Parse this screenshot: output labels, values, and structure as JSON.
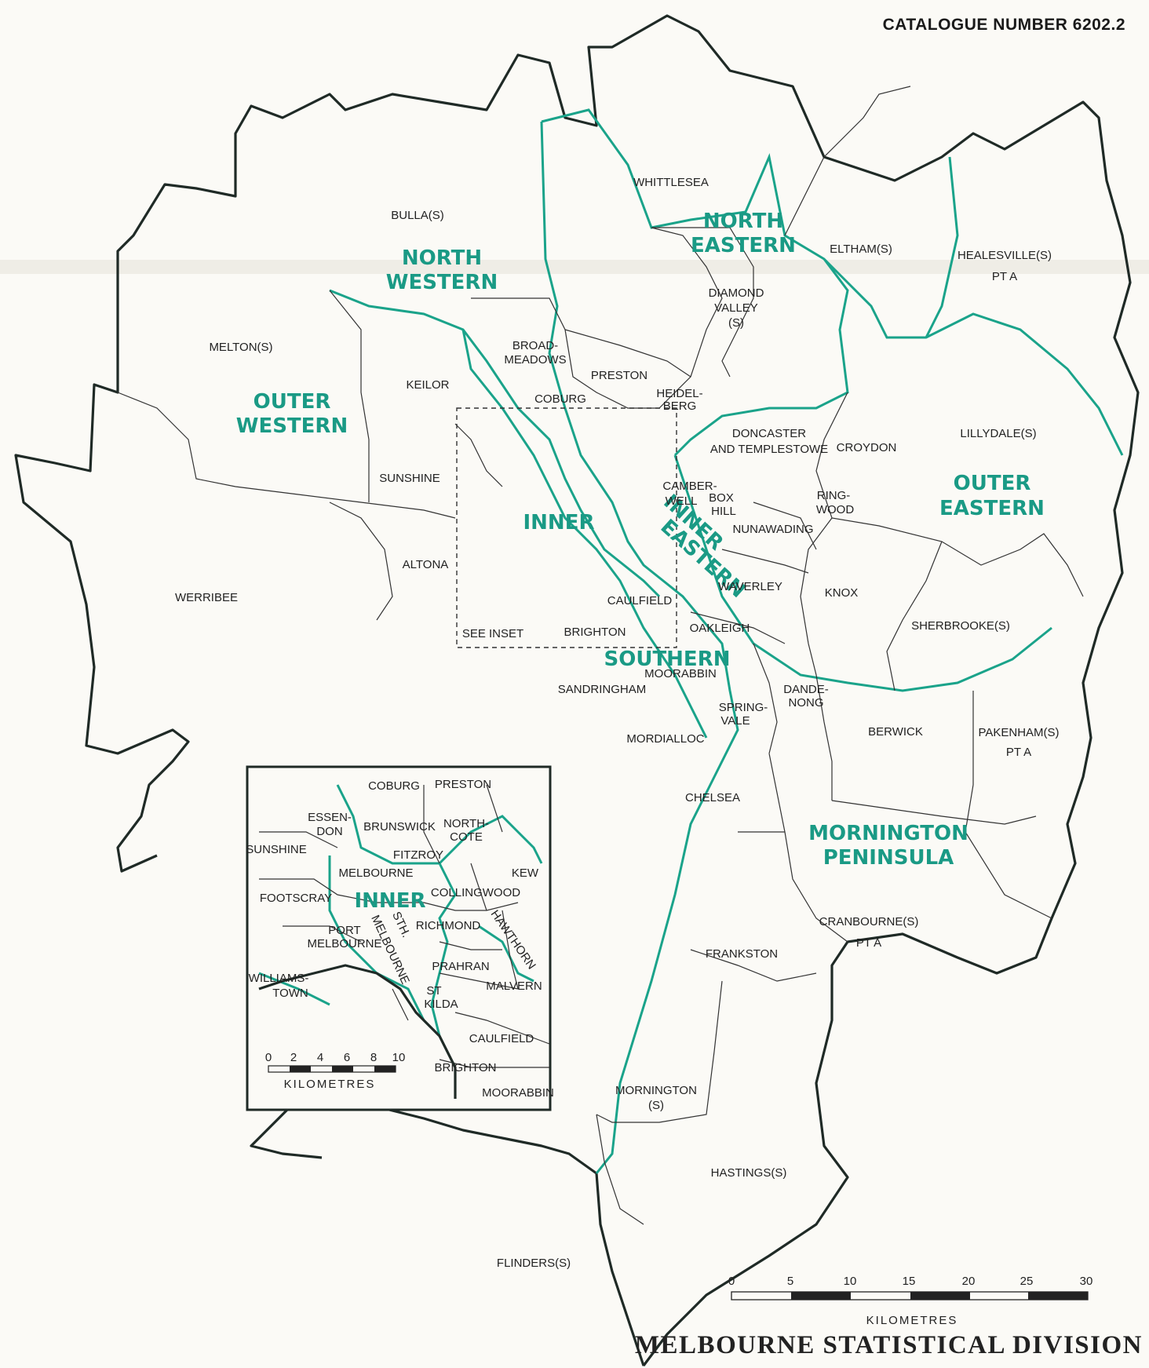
{
  "catalogue": "CATALOGUE NUMBER 6202.2",
  "title": "MELBOURNE STATISTICAL DIVISION",
  "regions": {
    "north_western": [
      "NORTH",
      "WESTERN"
    ],
    "north_eastern": [
      "NORTH",
      "EASTERN"
    ],
    "outer_western": [
      "OUTER",
      "WESTERN"
    ],
    "outer_eastern": [
      "OUTER",
      "EASTERN"
    ],
    "inner": "INNER",
    "inner_eastern": [
      "INNER",
      "EASTERN"
    ],
    "southern": "SOUTHERN",
    "mornington_peninsula": [
      "MORNINGTON",
      "PENINSULA"
    ]
  },
  "lgas": {
    "whittlesea": "WHITTLESEA",
    "bulla": "BULLA(S)",
    "eltham": "ELTHAM(S)",
    "healesville": "HEALESVILLE(S)",
    "healesville_pt": "PT A",
    "diamond_valley": [
      "DIAMOND",
      "VALLEY",
      "(S)"
    ],
    "melton": "MELTON(S)",
    "broadmeadows": [
      "BROAD-",
      "MEADOWS"
    ],
    "keilor": "KEILOR",
    "preston": "PRESTON",
    "coburg": "COBURG",
    "heidelberg": [
      "HEIDEL-",
      "BERG"
    ],
    "doncaster": [
      "DONCASTER",
      "AND TEMPLESTOWE"
    ],
    "croydon": "CROYDON",
    "lillydale": "LILLYDALE(S)",
    "sunshine": "SUNSHINE",
    "camberwell": [
      "CAMBER-",
      "WELL"
    ],
    "box_hill": [
      "BOX",
      "HILL"
    ],
    "ringwood": [
      "RING-",
      "WOOD"
    ],
    "nunawading": "NUNAWADING",
    "altona": "ALTONA",
    "werribee": "WERRIBEE",
    "waverley": "WAVERLEY",
    "knox": "KNOX",
    "caulfield": "CAULFIELD",
    "oakleigh": "OAKLEIGH",
    "sherbrooke": "SHERBROOKE(S)",
    "see_inset": "SEE INSET",
    "brighton": "BRIGHTON",
    "moorabbin": "MOORABBIN",
    "sandringham": "SANDRINGHAM",
    "dandenong": [
      "DANDE-",
      "NONG"
    ],
    "springvale": [
      "SPRING-",
      "VALE"
    ],
    "berwick": "BERWICK",
    "pakenham": [
      "PAKENHAM(S)",
      "PT A"
    ],
    "mordialloc": "MORDIALLOC",
    "chelsea": "CHELSEA",
    "cranbourne": [
      "CRANBOURNE(S)",
      "PT A"
    ],
    "frankston": "FRANKSTON",
    "mornington": [
      "MORNINGTON",
      "(S)"
    ],
    "hastings": "HASTINGS(S)",
    "flinders": "FLINDERS(S)"
  },
  "inset": {
    "coburg": "COBURG",
    "preston": "PRESTON",
    "essendon": [
      "ESSEN-",
      "DON"
    ],
    "brunswick": "BRUNSWICK",
    "northcote": [
      "NORTH-",
      "COTE"
    ],
    "sunshine": "SUNSHINE",
    "fitzroy": "FITZROY",
    "melbourne": "MELBOURNE",
    "kew": "KEW",
    "footscray": "FOOTSCRAY",
    "inner": "INNER",
    "collingwood": "COLLINGWOOD",
    "port_melbourne": [
      "PORT",
      "MELBOURNE"
    ],
    "sth_melbourne": [
      "STH.",
      "MELBOURNE"
    ],
    "richmond": "RICHMOND",
    "hawthorn": "HAWTHORN",
    "williamstown": [
      "WILLIAMS-",
      "TOWN"
    ],
    "prahran": "PRAHRAN",
    "st_kilda": [
      "ST",
      "KILDA"
    ],
    "malvern": "MALVERN",
    "caulfield": "CAULFIELD",
    "brighton": "BRIGHTON",
    "moorabbin": "MOORABBIN",
    "scale_ticks": [
      "0",
      "2",
      "4",
      "6",
      "8",
      "10"
    ],
    "scale_unit": "KILOMETRES"
  },
  "scale": {
    "ticks": [
      "0",
      "5",
      "10",
      "15",
      "20",
      "25",
      "30"
    ],
    "unit": "KILOMETRES"
  }
}
